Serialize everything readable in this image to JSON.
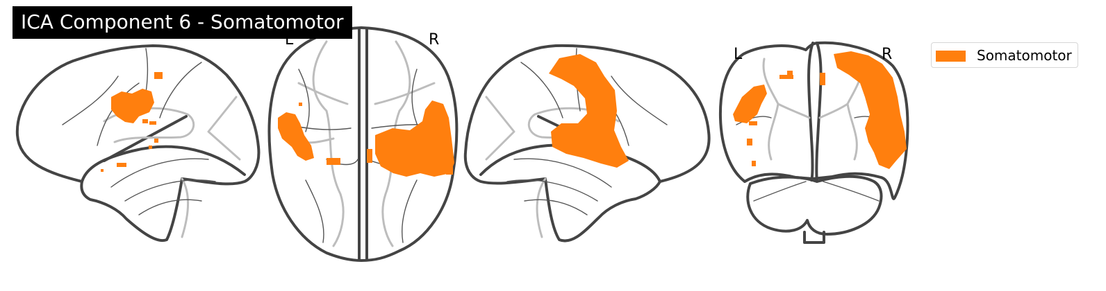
{
  "figure": {
    "title": "ICA Component 6 - Somatomotor",
    "views": {
      "axial": {
        "left_label": "L",
        "right_label": "R"
      },
      "coronal": {
        "left_label": "L",
        "right_label": "R"
      }
    },
    "legend": {
      "label": "Somatomotor",
      "color": "#ff7f0e"
    },
    "outline_color": "#444444",
    "background": "#ffffff"
  }
}
